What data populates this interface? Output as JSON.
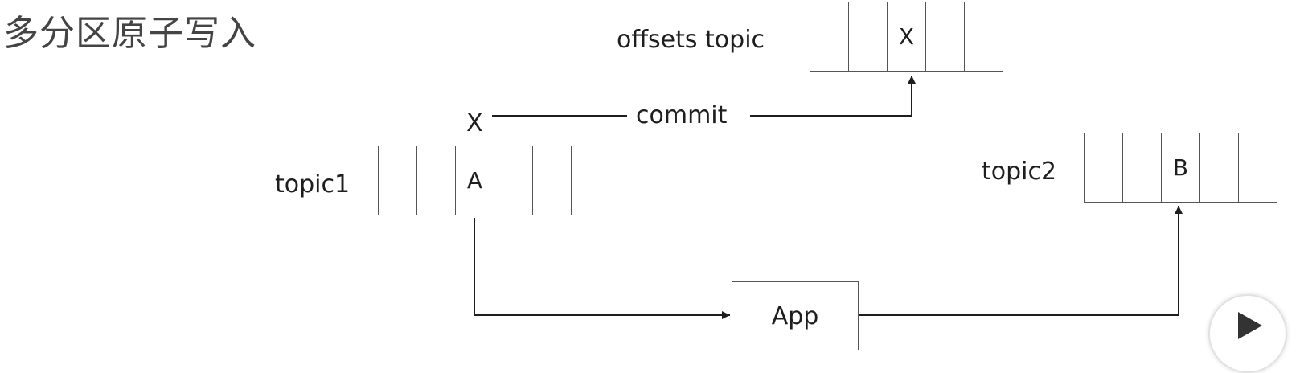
{
  "title": "多分区原子写入",
  "offsets_topic": {
    "label": "offsets topic",
    "cells": [
      "",
      "",
      "X",
      "",
      ""
    ]
  },
  "topic1": {
    "label": "topic1",
    "cells": [
      "",
      "",
      "A",
      "",
      ""
    ]
  },
  "topic2": {
    "label": "topic2",
    "cells": [
      "",
      "",
      "B",
      "",
      ""
    ]
  },
  "commit": {
    "marker": "X",
    "label": "commit"
  },
  "app": {
    "label": "App"
  },
  "controls": {
    "play_icon": "play-icon"
  },
  "colors": {
    "line": "#1e1e1e",
    "box_border": "#555555",
    "title": "#444444"
  }
}
